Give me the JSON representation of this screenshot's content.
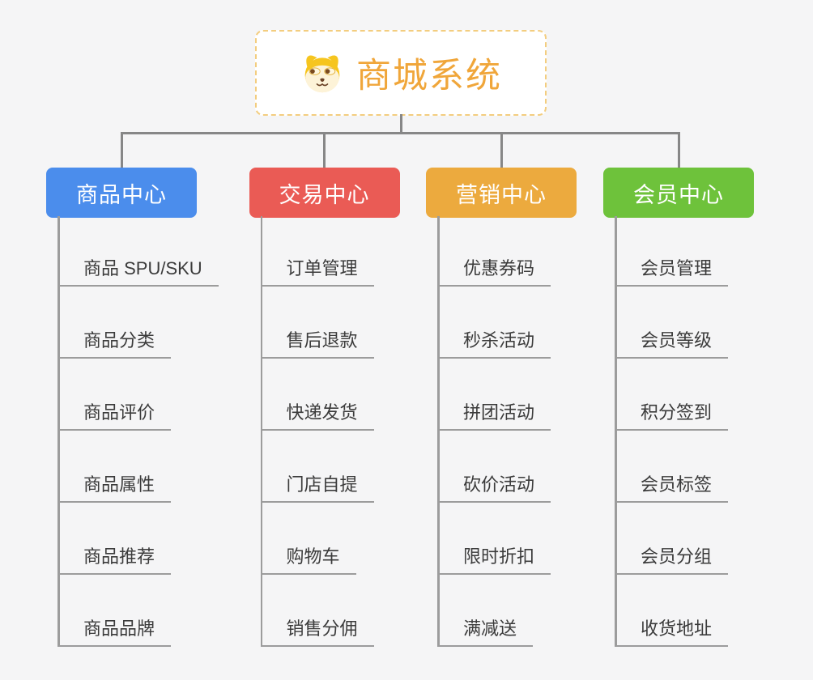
{
  "background_color": "#f5f5f6",
  "connector_color": "#878787",
  "root": {
    "title": "商城系统",
    "icon": "dog-face-icon",
    "text_color": "#f0a63a",
    "border_color": "#f3cd7f"
  },
  "branches": [
    {
      "label": "商品中心",
      "color": "#4b8dec",
      "items": [
        "商品 SPU/SKU",
        "商品分类",
        "商品评价",
        "商品属性",
        "商品推荐",
        "商品品牌"
      ]
    },
    {
      "label": "交易中心",
      "color": "#ea5b55",
      "items": [
        "订单管理",
        "售后退款",
        "快递发货",
        "门店自提",
        "购物车",
        "销售分佣"
      ]
    },
    {
      "label": "营销中心",
      "color": "#ecaa3e",
      "items": [
        "优惠券码",
        "秒杀活动",
        "拼团活动",
        "砍价活动",
        "限时折扣",
        "满减送"
      ]
    },
    {
      "label": "会员中心",
      "color": "#6ec23b",
      "items": [
        "会员管理",
        "会员等级",
        "积分签到",
        "会员标签",
        "会员分组",
        "收货地址"
      ]
    }
  ]
}
